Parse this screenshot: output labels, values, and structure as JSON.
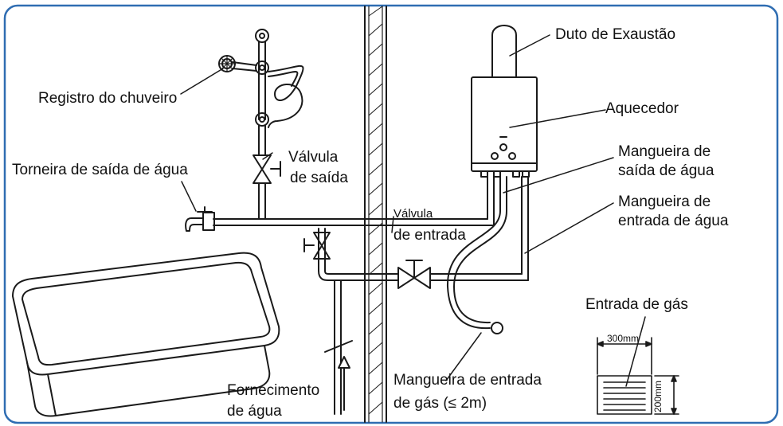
{
  "colors": {
    "frame": "#2f6db2",
    "line": "#1a1a1a",
    "text": "#111111",
    "background": "#ffffff"
  },
  "labels": {
    "duto": "Duto de Exaustão",
    "registro": "Registro do chuveiro",
    "aquecedor": "Aquecedor",
    "valvula_saida_1": "Válvula",
    "valvula_saida_2": "de saída",
    "torneira": "Torneira de saída de água",
    "mang_saida_1": "Mangueira de",
    "mang_saida_2": "saída de água",
    "mang_entrada_1": "Mangueira de",
    "mang_entrada_2": "entrada de água",
    "valvula_entrada_1": "Válvula",
    "valvula_entrada_2": "de entrada",
    "entrada_gas": "Entrada de gás",
    "dim_width": "300mm",
    "dim_height": "200mm",
    "mang_gas_1": "Mangueira de entrada",
    "mang_gas_2": "de gás (≤ 2m)",
    "fornecimento_1": "Fornecimento",
    "fornecimento_2": "de água"
  }
}
